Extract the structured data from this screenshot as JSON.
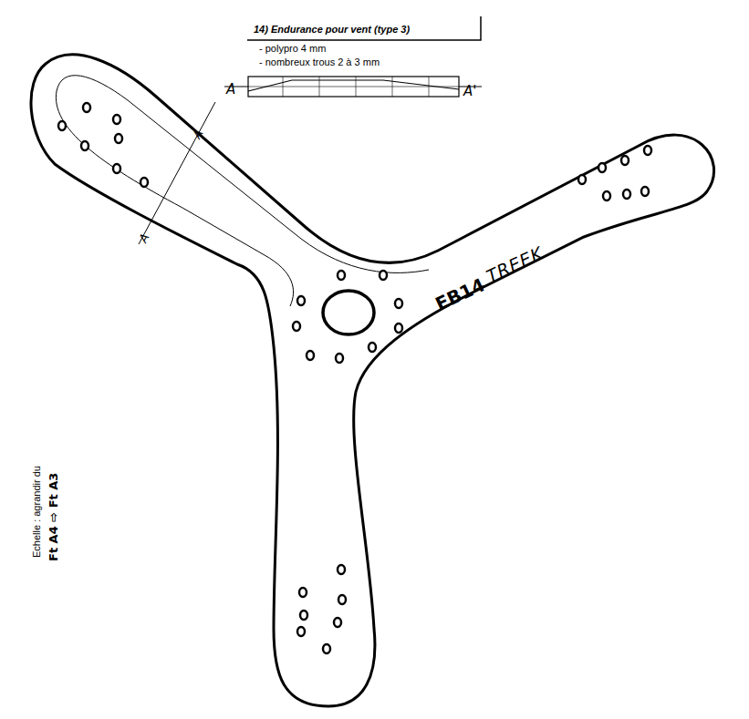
{
  "diagram": {
    "title": "14) Endurance pour vent (type 3)",
    "labels": [
      "- polypro 4 mm",
      "- nombreux trous 2 à 3 mm",
      "A",
      "A'",
      "A",
      "A",
      "EB14",
      "TREEK",
      "Echelle : agrandir du",
      "Ft A4 ⇨ Ft A3"
    ]
  }
}
